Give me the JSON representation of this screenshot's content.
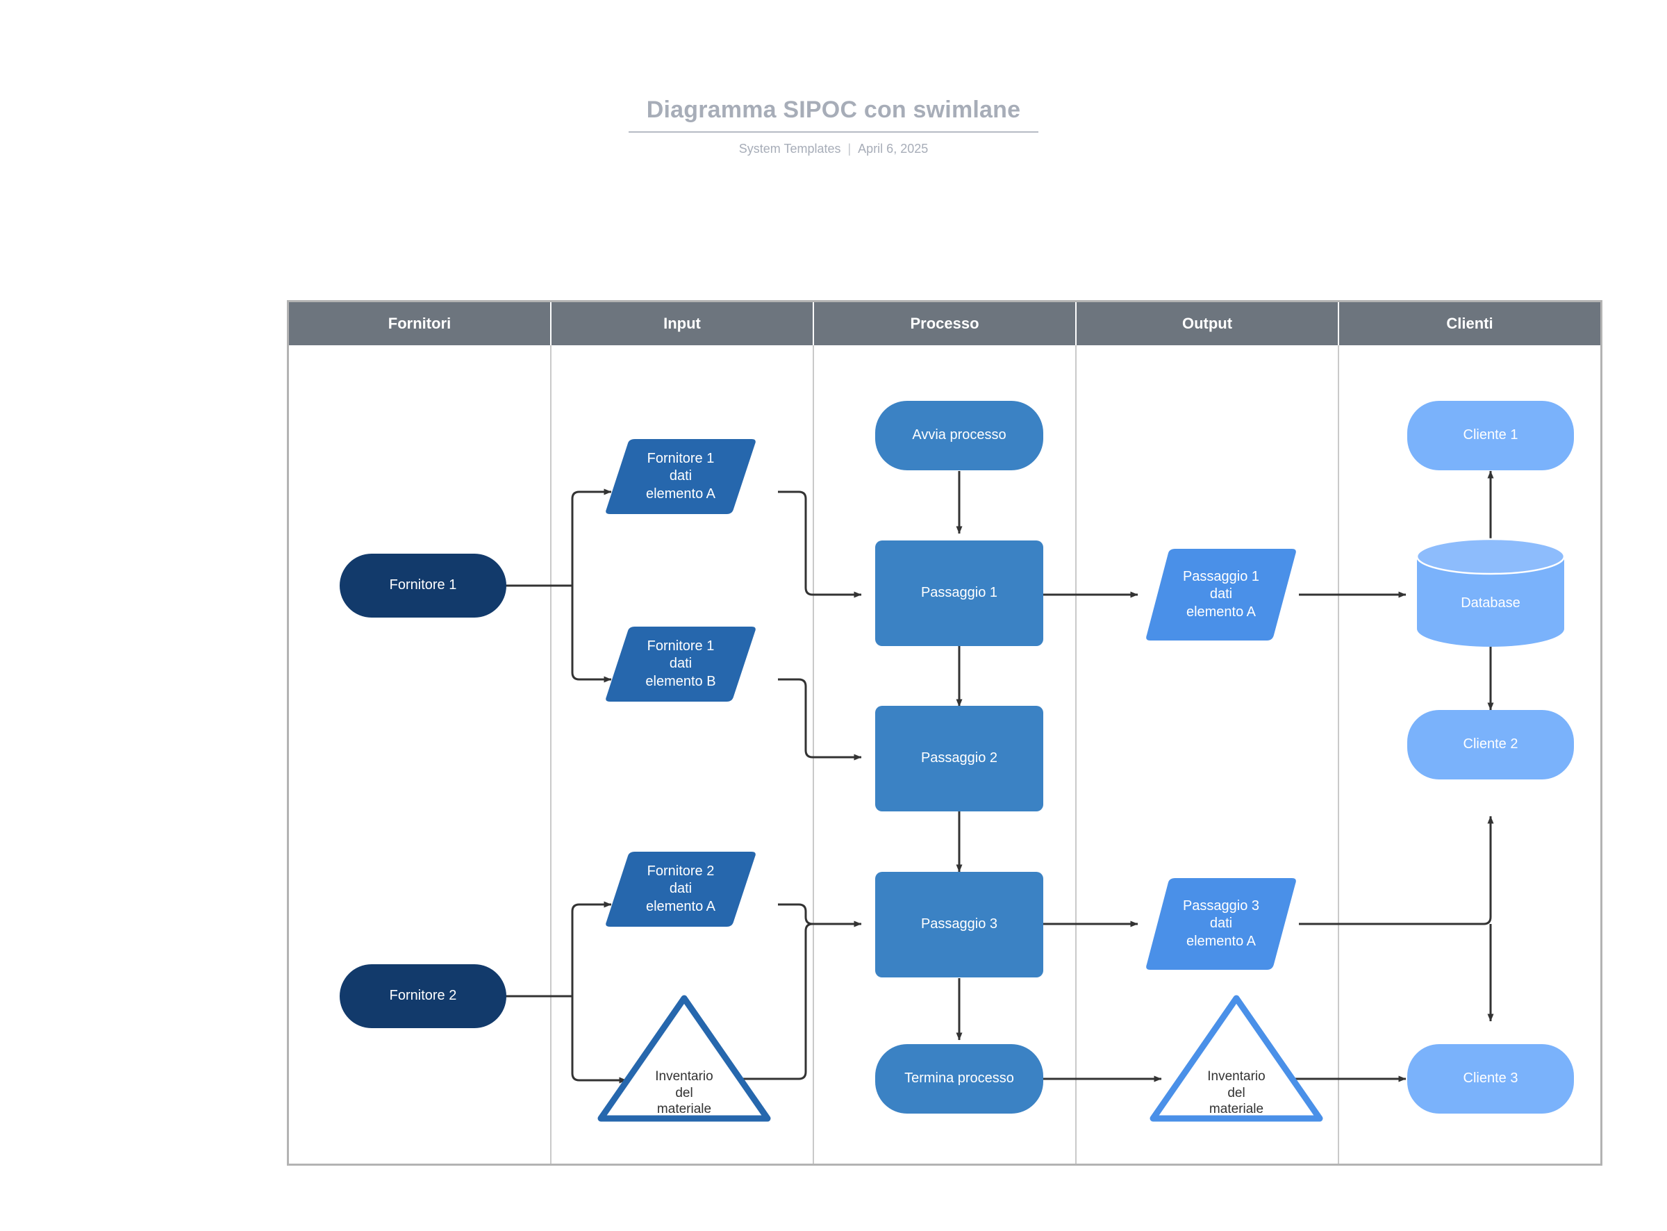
{
  "title": "Diagramma SIPOC con swimlane",
  "subtitle": {
    "source": "System Templates",
    "separator": "|",
    "date": "April 6, 2025"
  },
  "colors": {
    "header_bar": "#6d757e",
    "supplier": "#123a6b",
    "input": "#2667ad",
    "process": "#3b82c4",
    "output": "#4a90e8",
    "client": "#7ab2fb",
    "connector": "#333333",
    "table_border": "#b3b3b3",
    "title_text": "#a7adb8"
  },
  "lanes": [
    {
      "id": "fornitori",
      "label": "Fornitori"
    },
    {
      "id": "input",
      "label": "Input"
    },
    {
      "id": "processo",
      "label": "Processo"
    },
    {
      "id": "output",
      "label": "Output"
    },
    {
      "id": "clienti",
      "label": "Clienti"
    }
  ],
  "nodes": {
    "fornitore_1": "Fornitore 1",
    "fornitore_2": "Fornitore 2",
    "input_1a": "Fornitore 1\ndati\nelemento A",
    "input_1b": "Fornitore 1\ndati\nelemento B",
    "input_2a": "Fornitore 2\ndati\nelemento A",
    "input_inventory": "Inventario\ndel\nmateriale",
    "avvia": "Avvia processo",
    "passaggio_1": "Passaggio 1",
    "passaggio_2": "Passaggio 2",
    "passaggio_3": "Passaggio 3",
    "termina": "Termina processo",
    "output_p1": "Passaggio 1\ndati\nelemento A",
    "output_p3": "Passaggio 3\ndati\nelemento A",
    "output_inventory": "Inventario\ndel\nmateriale",
    "database": "Database",
    "cliente_1": "Cliente 1",
    "cliente_2": "Cliente 2",
    "cliente_3": "Cliente 3"
  }
}
